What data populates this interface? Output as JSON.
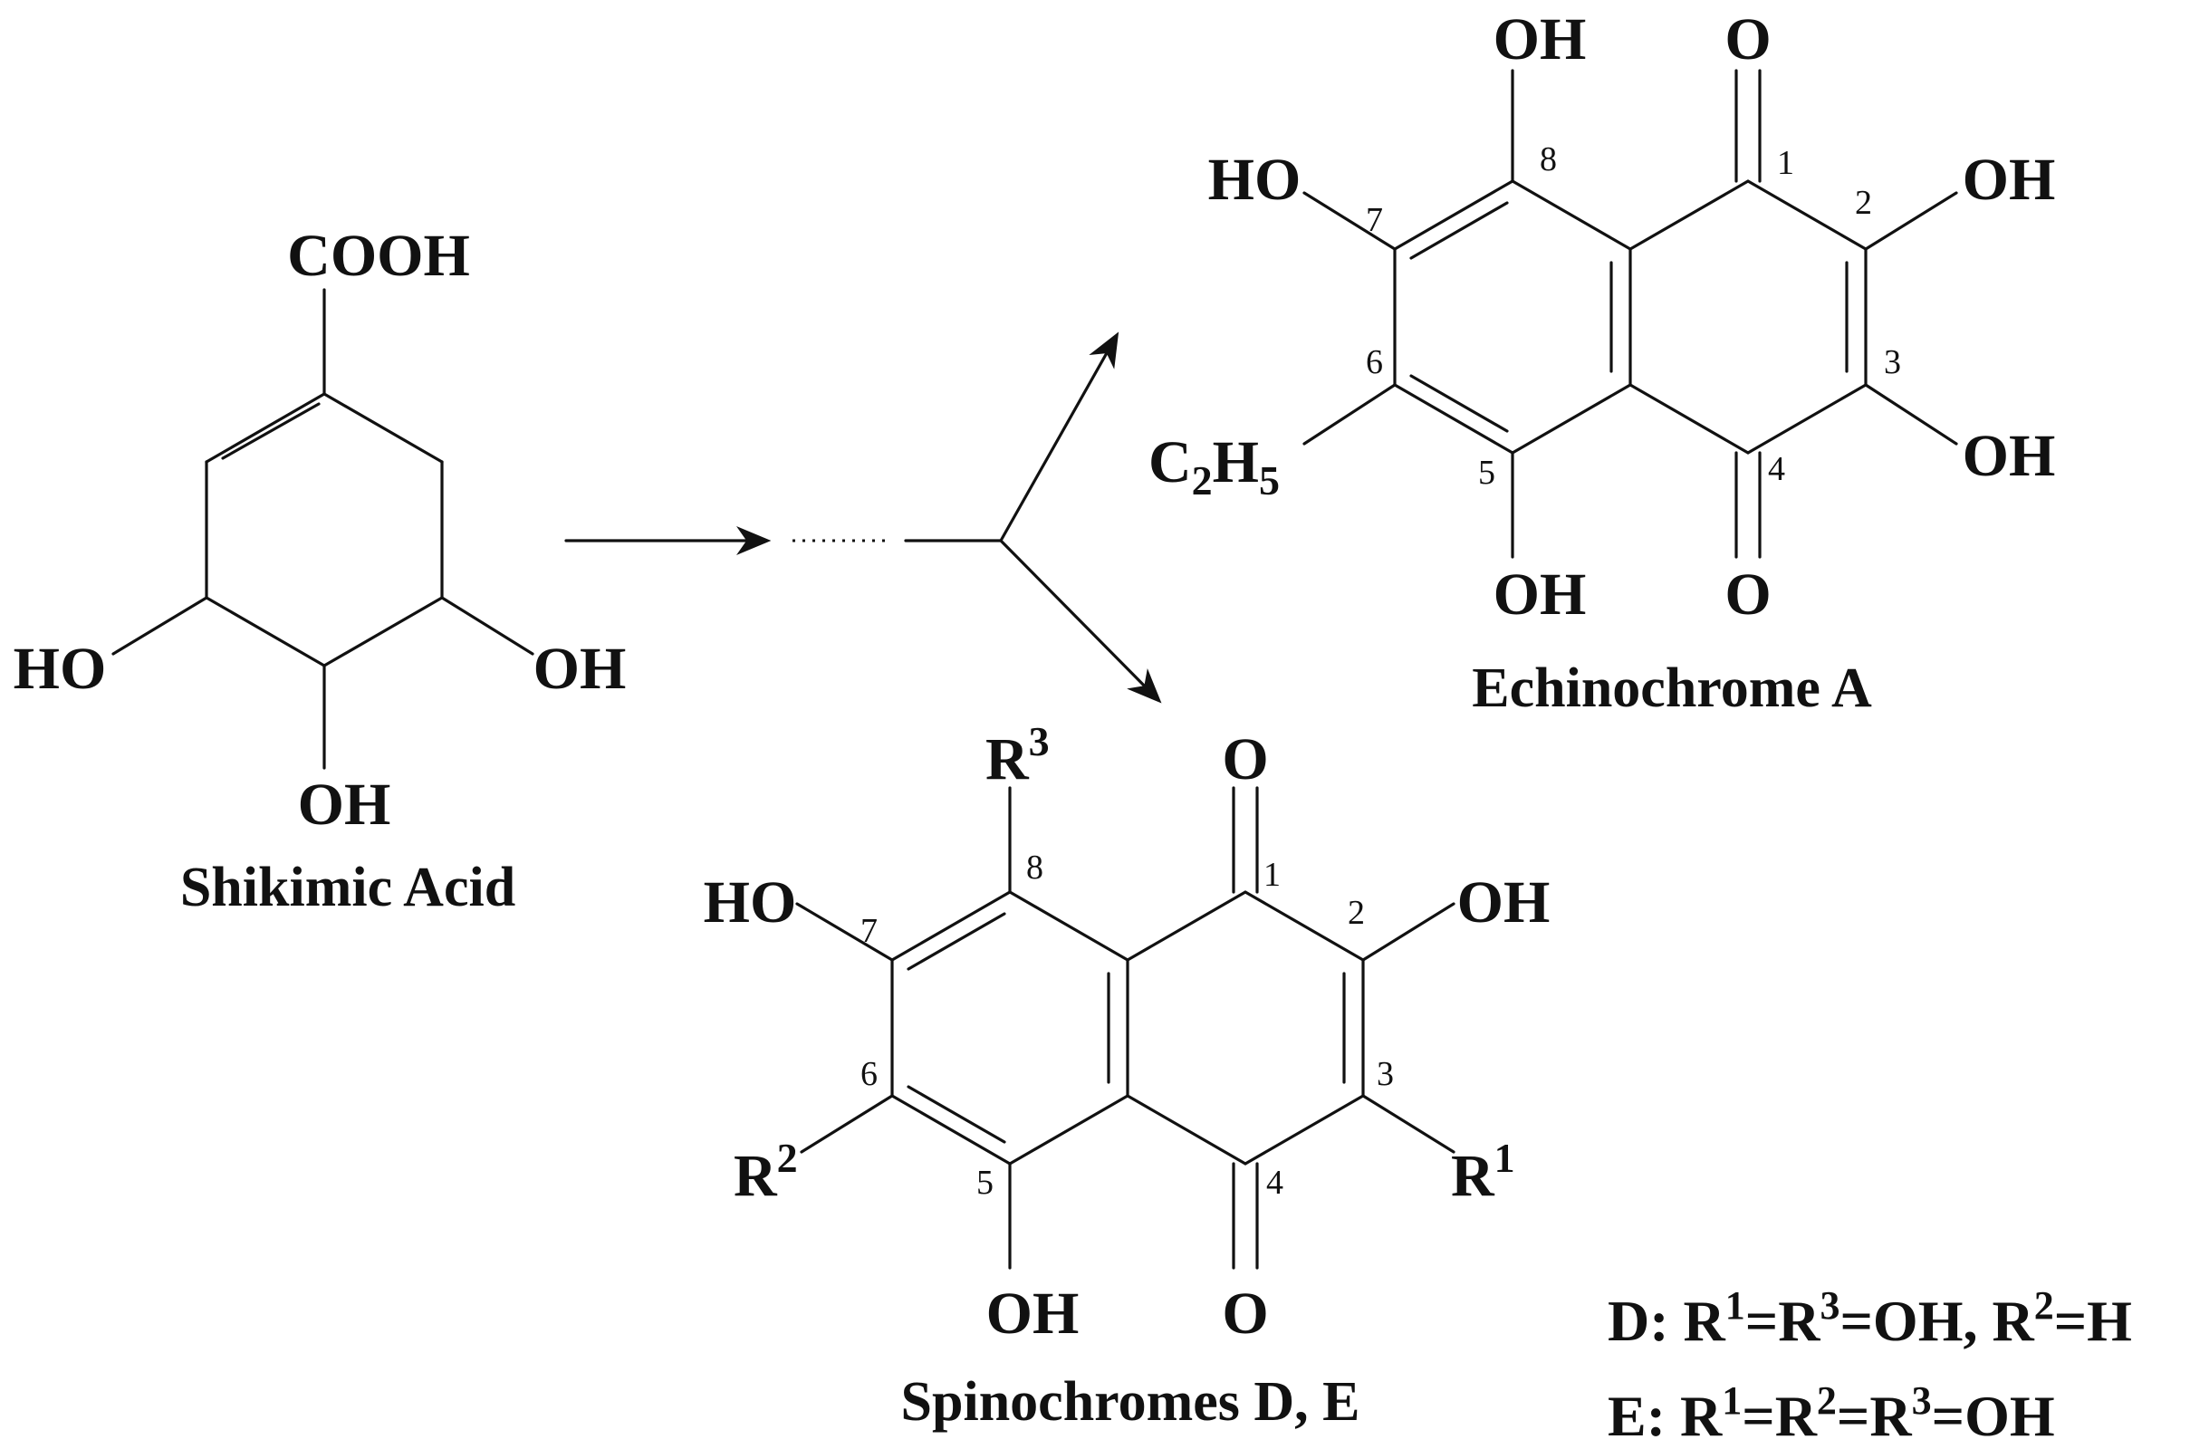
{
  "shikimic_acid": {
    "name": "Shikimic Acid",
    "labels": {
      "cooh": "COOH",
      "oh_left": "HO",
      "oh_right": "OH",
      "oh_bottom": "OH"
    }
  },
  "echinochrome": {
    "name": "Echinochrome A",
    "labels": {
      "oh_8": "OH",
      "o_1": "O",
      "ho_7": "HO",
      "oh_2": "OH",
      "oh_3": "OH",
      "oh_5": "OH",
      "o_4": "O",
      "ethyl_main": "C",
      "ethyl_sub1": "2",
      "ethyl_h": "H",
      "ethyl_sub2": "5"
    },
    "numbers": {
      "n1": "1",
      "n2": "2",
      "n3": "3",
      "n4": "4",
      "n5": "5",
      "n6": "6",
      "n7": "7",
      "n8": "8"
    }
  },
  "spinochromes": {
    "name": "Spinochromes D, E",
    "labels": {
      "r3": "R",
      "r3_sup": "3",
      "o_1": "O",
      "ho_7": "HO",
      "oh_2": "OH",
      "r2": "R",
      "r2_sup": "2",
      "r1": "R",
      "r1_sup": "1",
      "oh_5": "OH",
      "o_4": "O"
    },
    "numbers": {
      "n1": "1",
      "n2": "2",
      "n3": "3",
      "n4": "4",
      "n5": "5",
      "n6": "6",
      "n7": "7",
      "n8": "8"
    }
  },
  "legend": {
    "d": {
      "prefix": "D: R",
      "s1": "1",
      "m1": "=R",
      "s2": "3",
      "m2": "=OH, R",
      "s3": "2",
      "end": "=H"
    },
    "e": {
      "prefix": "E: R",
      "s1": "1",
      "m1": "=R",
      "s2": "2",
      "m2": "=R",
      "s3": "3",
      "end": "=OH"
    }
  }
}
